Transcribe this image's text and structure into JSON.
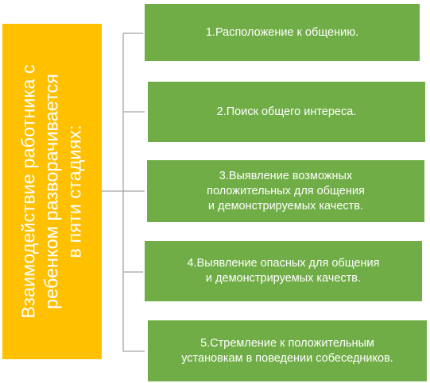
{
  "diagram": {
    "main": {
      "lines": [
        "Взаимодействие работника с",
        "ребенком разворачивается",
        "в пяти стадиях:"
      ]
    },
    "stages": [
      {
        "lines": [
          "1.Расположение к общению."
        ]
      },
      {
        "lines": [
          "2.Поиск общего интереса."
        ]
      },
      {
        "lines": [
          "3.Выявление возможных",
          "положительных для общения",
          "и демонстрируемых качеств."
        ]
      },
      {
        "lines": [
          "4.Выявление опасных для общения",
          "и демонстрируемых качеств."
        ]
      },
      {
        "lines": [
          "5.Стремление к положительным",
          "установкам в поведении собеседников."
        ]
      }
    ],
    "colors": {
      "main_fill": "#FFC000",
      "stage_fill": "#70AD47",
      "connector": "#A5A5A5",
      "text": "#FFFFFF"
    }
  }
}
